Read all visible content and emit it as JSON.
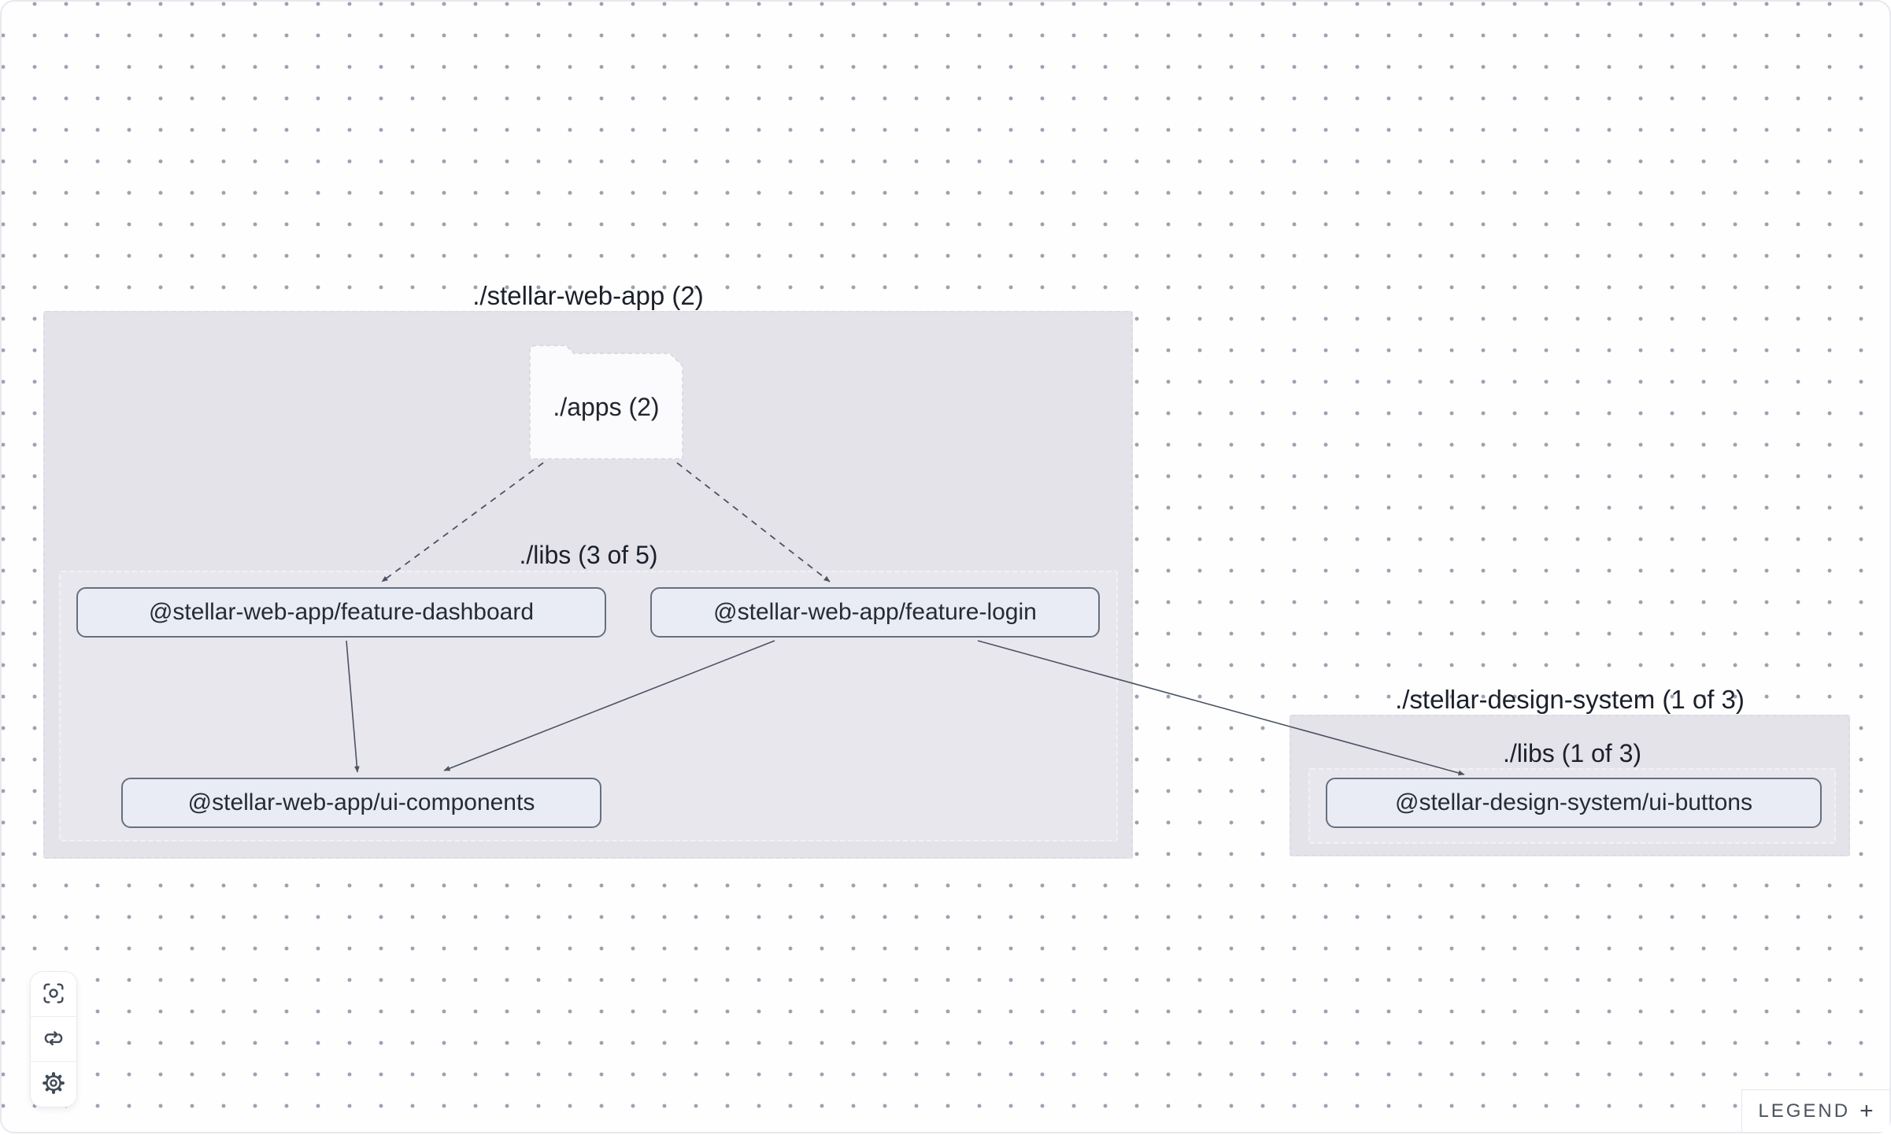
{
  "graph": {
    "groups": [
      {
        "label": "./stellar-web-app (2)",
        "folder_label": "./apps (2)",
        "libs_label": "./libs (3 of 5)",
        "nodes": {
          "feature_dashboard": "@stellar-web-app/feature-dashboard",
          "feature_login": "@stellar-web-app/feature-login",
          "ui_components": "@stellar-web-app/ui-components"
        }
      },
      {
        "label": "./stellar-design-system (1 of 3)",
        "libs_label": "./libs (1 of 3)",
        "nodes": {
          "ui_buttons": "@stellar-design-system/ui-buttons"
        }
      }
    ],
    "edges": [
      {
        "source": "./apps",
        "target": "@stellar-web-app/feature-dashboard",
        "style": "dashed"
      },
      {
        "source": "./apps",
        "target": "@stellar-web-app/feature-login",
        "style": "dashed"
      },
      {
        "source": "@stellar-web-app/feature-dashboard",
        "target": "@stellar-web-app/ui-components",
        "style": "solid"
      },
      {
        "source": "@stellar-web-app/feature-login",
        "target": "@stellar-web-app/ui-components",
        "style": "solid"
      },
      {
        "source": "@stellar-web-app/feature-login",
        "target": "@stellar-design-system/ui-buttons",
        "style": "solid"
      }
    ]
  },
  "toolbar": {
    "buttons": [
      {
        "icon": "focus-icon"
      },
      {
        "icon": "refresh-icon"
      },
      {
        "icon": "settings-icon"
      }
    ]
  },
  "legend": {
    "label": "LEGEND",
    "expand_icon": "+"
  },
  "colors": {
    "group_bg": "#e5e3ea",
    "subgroup_bg": "#e9e7ee",
    "node_bg": "#e9ecf4",
    "node_border": "#66707e",
    "edge": "#4a5362",
    "dot_grid": "#9aa3b2"
  }
}
